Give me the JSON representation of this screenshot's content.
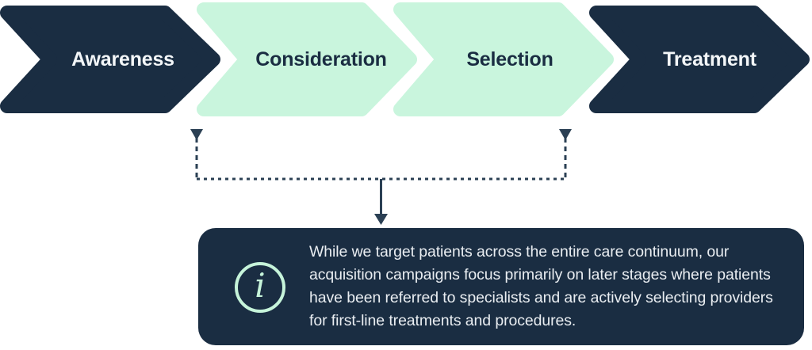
{
  "palette": {
    "navy": "#1a2d42",
    "mint": "#c9f5dd",
    "label_on_navy": "#f3f6f8",
    "label_on_mint": "#1a2d42",
    "connector": "#2b4054",
    "callout_bg": "#1a2d42",
    "callout_text": "#e9edf1",
    "icon_mint": "#c6f4da"
  },
  "funnel": {
    "stages": [
      {
        "label": "Awareness",
        "color": "#1a2d42",
        "text_color": "#f3f6f8"
      },
      {
        "label": "Consideration",
        "color": "#c9f5dd",
        "text_color": "#1a2d42"
      },
      {
        "label": "Selection",
        "color": "#c9f5dd",
        "text_color": "#1a2d42"
      },
      {
        "label": "Treatment",
        "color": "#1a2d42",
        "text_color": "#f3f6f8"
      }
    ]
  },
  "callout": {
    "icon": "info-icon",
    "icon_glyph": "i",
    "text": "While we target patients across the entire care continuum, our acquisition campaigns focus primarily on later stages where patients have been referred to specialists and are actively selecting providers for first-line treatments and procedures."
  }
}
